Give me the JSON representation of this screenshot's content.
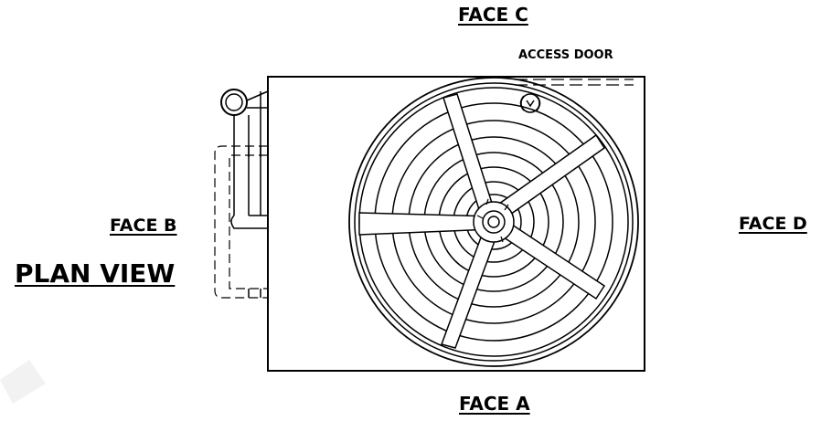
{
  "labels": {
    "face_a": "FACE A",
    "face_b": "FACE B",
    "face_c": "FACE C",
    "face_d": "FACE D",
    "plan_view": "PLAN VIEW",
    "access_door": "ACCESS DOOR"
  },
  "colors": {
    "line": "#000000",
    "background": "#ffffff",
    "corner_mark": "#f2f2f2"
  }
}
